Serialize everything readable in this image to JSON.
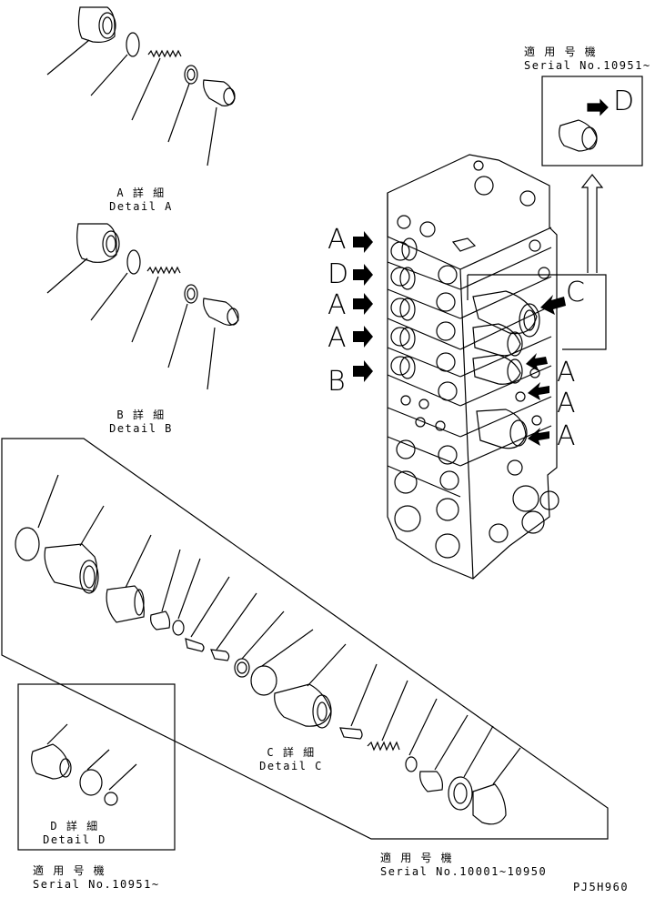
{
  "detail_a": {
    "jp": "A 詳 細",
    "en": "Detail A"
  },
  "detail_b": {
    "jp": "B 詳 細",
    "en": "Detail B"
  },
  "detail_c": {
    "jp": "C 詳 細",
    "en": "Detail C"
  },
  "detail_d": {
    "jp": "D 詳 細",
    "en": "Detail D"
  },
  "serial_top": {
    "jp": "適 用 号 機",
    "en": "Serial No.10951~"
  },
  "serial_d": {
    "jp": "適 用 号 機",
    "en": "Serial No.10951~"
  },
  "serial_c": {
    "jp": "適 用 号 機",
    "en": "Serial No.10001~10950"
  },
  "callouts_left": [
    "A",
    "D",
    "A",
    "A",
    "B"
  ],
  "callouts_right": [
    "C",
    "A",
    "A",
    "A"
  ],
  "callout_d": "D",
  "drawing_code": "PJ5H960"
}
